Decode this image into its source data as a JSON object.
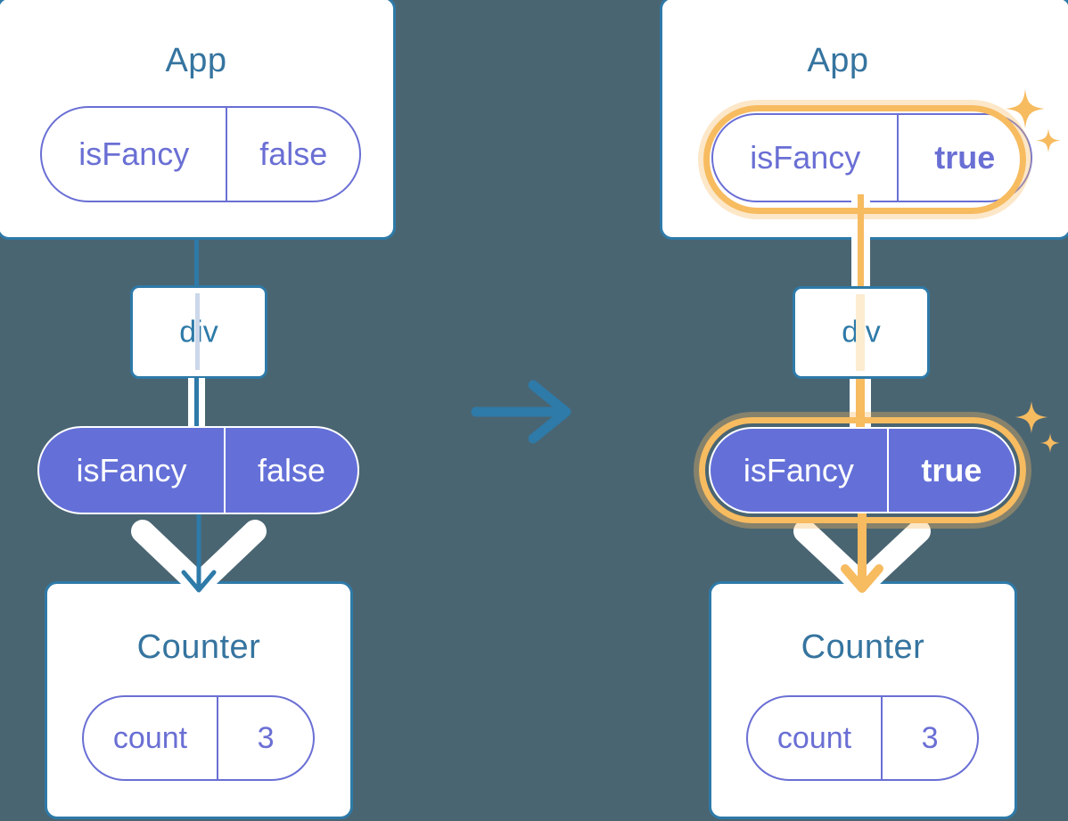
{
  "meta": {
    "background_color": "#4a6572",
    "accent_blue": "#2e7aa8",
    "title_blue": "#35749f",
    "purple": "#6470d8",
    "purple_outline": "#6a6fd4",
    "highlight_orange": "#f7bb60",
    "highlight_orange_glow": "#fbdfae"
  },
  "panels": [
    {
      "id": "before",
      "app": {
        "title": "App",
        "state_pill": {
          "key": "isFancy",
          "value": "false",
          "style": "outline",
          "highlighted": false
        }
      },
      "div": {
        "label": "div"
      },
      "prop_pill": {
        "key": "isFancy",
        "value": "false",
        "style": "filled",
        "highlighted": false
      },
      "counter": {
        "title": "Counter",
        "state_pill": {
          "key": "count",
          "value": "3",
          "style": "outline",
          "highlighted": false
        }
      }
    },
    {
      "id": "after",
      "app": {
        "title": "App",
        "state_pill": {
          "key": "isFancy",
          "value": "true",
          "style": "outline",
          "highlighted": true
        }
      },
      "div": {
        "label": "div"
      },
      "prop_pill": {
        "key": "isFancy",
        "value": "true",
        "style": "filled",
        "highlighted": true
      },
      "counter": {
        "title": "Counter",
        "state_pill": {
          "key": "count",
          "value": "3",
          "style": "outline",
          "highlighted": false
        }
      }
    }
  ],
  "transition": {
    "icon": "right-arrow-icon",
    "color": "#2e7aa8"
  },
  "sparkle_icon": "sparkles-icon"
}
